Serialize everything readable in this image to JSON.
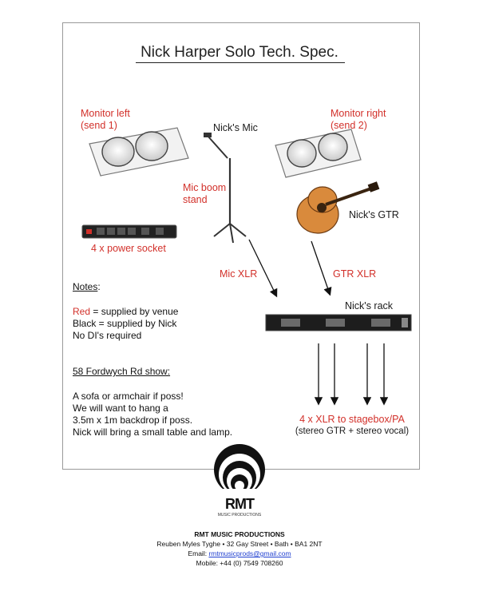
{
  "title": "Nick Harper Solo Tech. Spec.",
  "monitor_left": {
    "line1": "Monitor left",
    "line2": "(send 1)"
  },
  "monitor_right": {
    "line1": "Monitor right",
    "line2": "(send 2)"
  },
  "mic_label": "Nick's Mic",
  "mic_boom": {
    "line1": "Mic boom",
    "line2": "stand"
  },
  "gtr_label": "Nick's GTR",
  "power_socket": "4 x power socket",
  "mic_xlr": "Mic XLR",
  "gtr_xlr": "GTR XLR",
  "rack_label": "Nick's rack",
  "notes": {
    "heading": "Notes",
    "colon": ":",
    "red_word": "Red",
    "red_rest": " = supplied by venue",
    "black": "Black = supplied by Nick",
    "no_di": "No DI's required"
  },
  "show": {
    "heading": "58 Fordwych Rd show:",
    "lines": [
      "A sofa or armchair if poss!",
      "We will want to hang a",
      "3.5m x 1m backdrop if poss.",
      "Nick will bring a small table and lamp."
    ]
  },
  "stagebox": {
    "line1": "4 x XLR to stagebox/PA",
    "line2": "(stereo GTR + stereo vocal)"
  },
  "logo": {
    "letters": "RMT",
    "sub": "MUSIC PRODUCTIONS"
  },
  "footer": {
    "company": "RMT MUSIC PRODUCTIONS",
    "address": "Reuben Myles Tyghe • 32 Gay Street • Bath • BA1 2NT",
    "email_label": "Email: ",
    "email": "rmtmusicprods@gmail.com",
    "mobile": "Mobile: +44 (0) 7549 708260"
  },
  "colors": {
    "red": "#d2302a",
    "link": "#1f3fd0",
    "guitar": "#d98a3c"
  }
}
